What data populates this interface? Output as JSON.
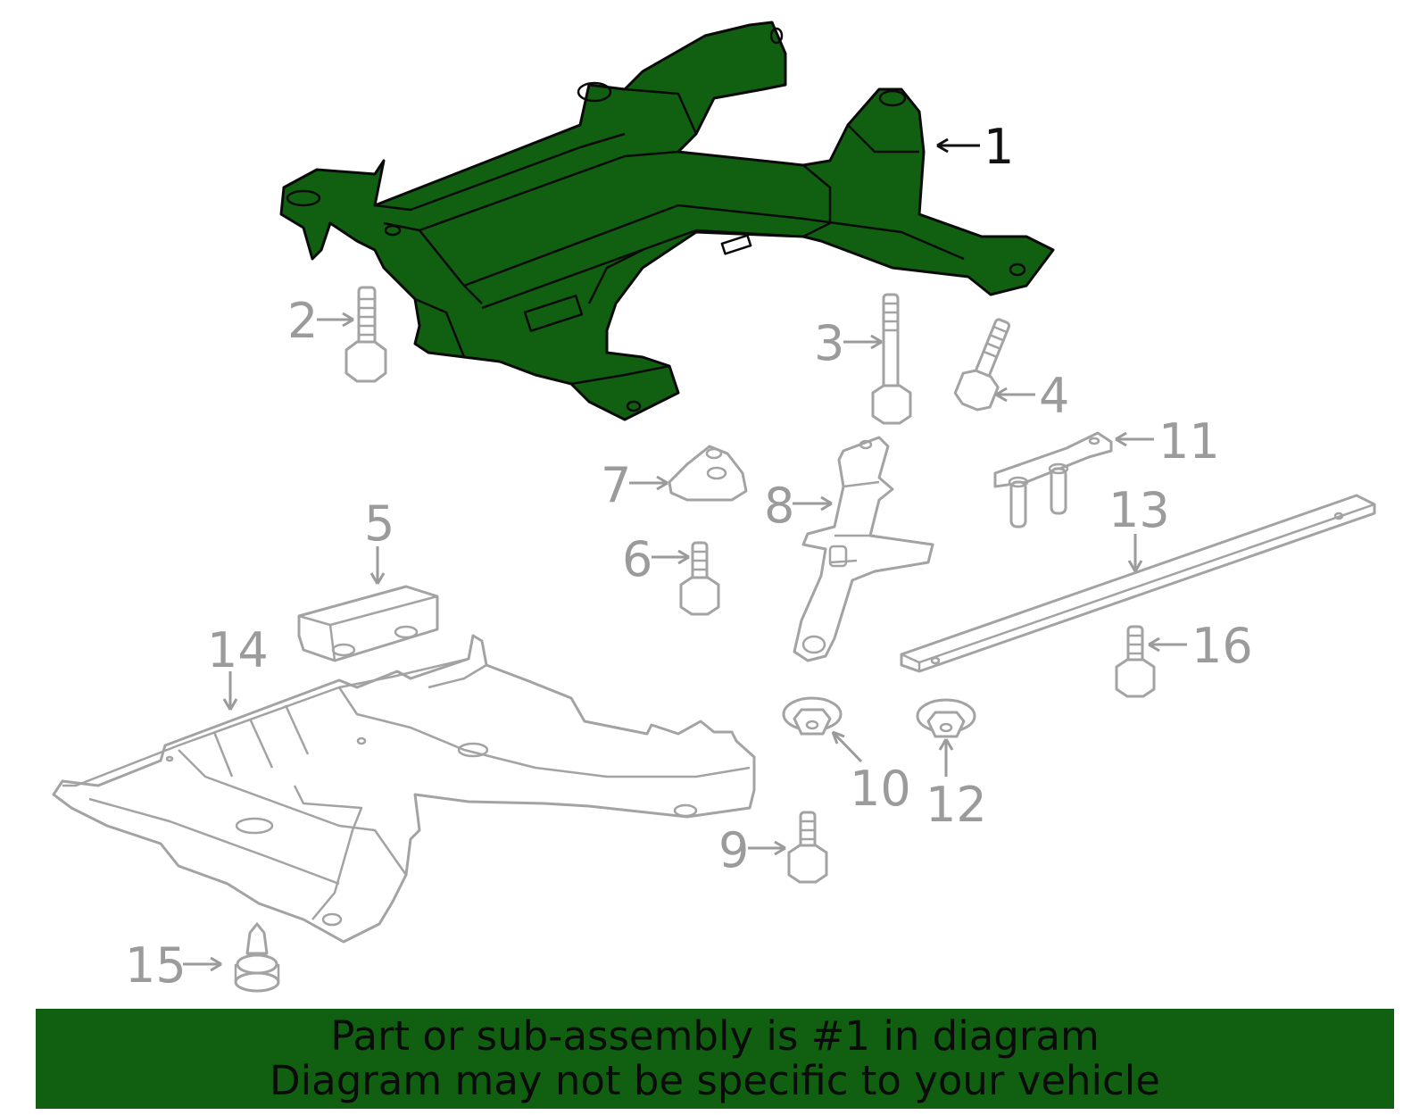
{
  "colors": {
    "highlight_fill": "#116011",
    "outline_dark": "#0a0a0a",
    "outline_gray": "#a3a3a3",
    "callout_gray": "#9b9b9b",
    "banner_bg": "#116011"
  },
  "callouts": {
    "c1": "1",
    "c2": "2",
    "c3": "3",
    "c4": "4",
    "c5": "5",
    "c6": "6",
    "c7": "7",
    "c8": "8",
    "c9": "9",
    "c10": "10",
    "c11": "11",
    "c12": "12",
    "c13": "13",
    "c14": "14",
    "c15": "15",
    "c16": "16"
  },
  "highlighted_part": "1",
  "banner": {
    "line1": "Part or sub-assembly is #1 in diagram",
    "line2": "Diagram may not be specific to your vehicle"
  }
}
